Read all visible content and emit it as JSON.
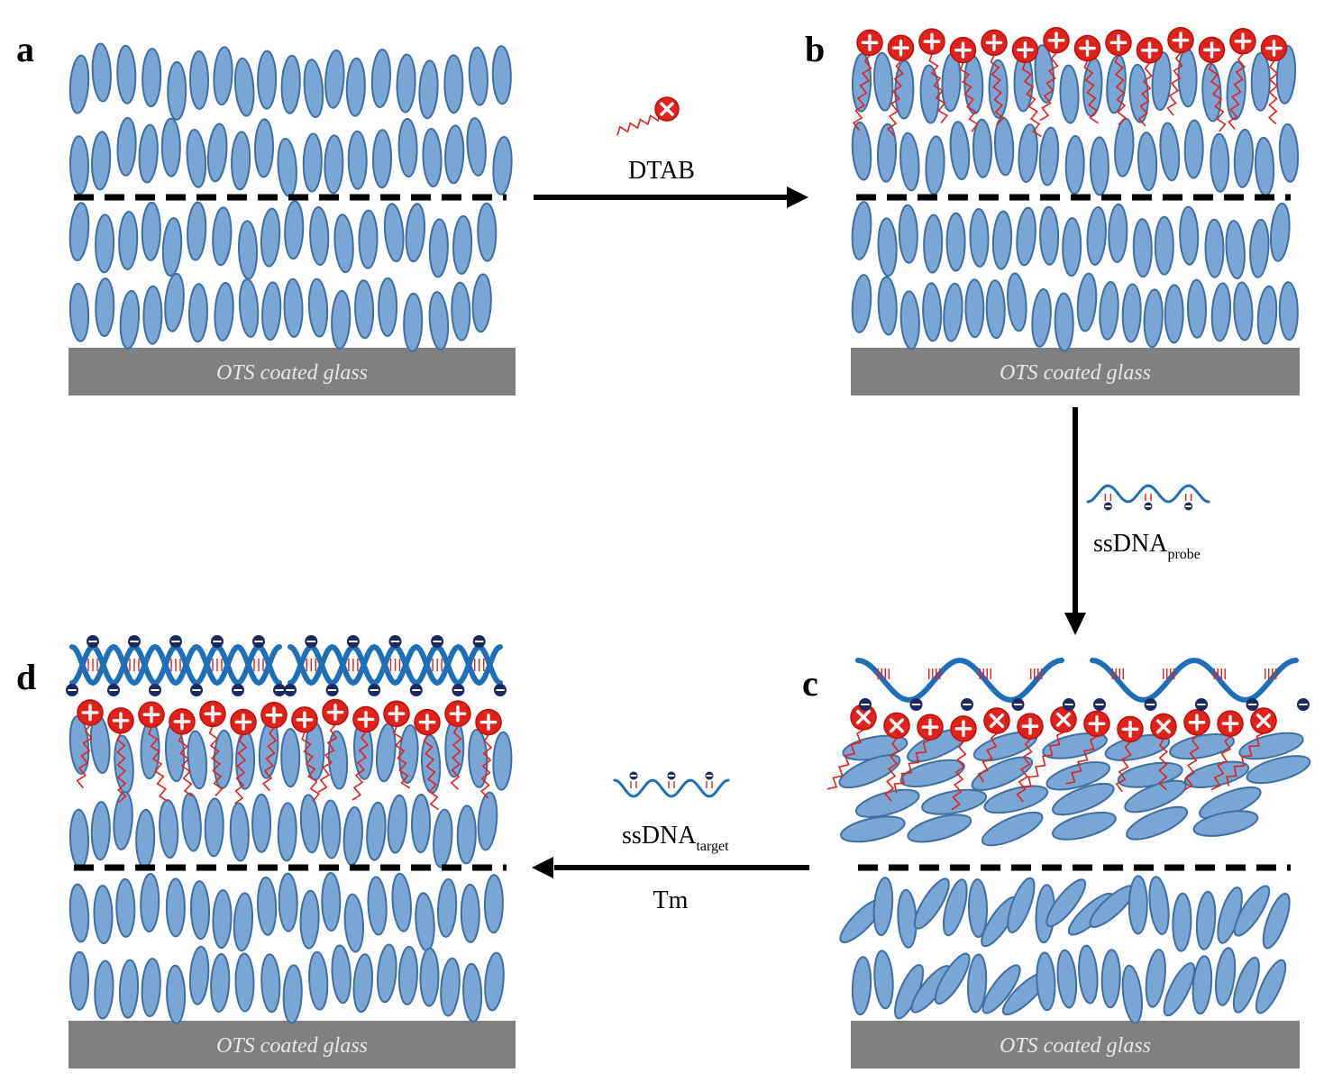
{
  "panels": [
    {
      "id": "a",
      "letter": "a",
      "glass_label": "OTS coated glass",
      "state": "homeotropic"
    },
    {
      "id": "b",
      "letter": "b",
      "glass_label": "OTS coated glass",
      "state": "surfactant-decorated homeotropic"
    },
    {
      "id": "c",
      "letter": "c",
      "glass_label": "OTS coated glass",
      "state": "planar/tilted after probe adsorption"
    },
    {
      "id": "d",
      "letter": "d",
      "glass_label": "OTS coated glass",
      "state": "homeotropic after hybridization"
    }
  ],
  "transitions": [
    {
      "from": "a",
      "to": "b",
      "label": "DTAB",
      "label_sub": "",
      "label2": ""
    },
    {
      "from": "b",
      "to": "c",
      "label": "ssDNA",
      "label_sub": "probe",
      "label2": ""
    },
    {
      "from": "c",
      "to": "d",
      "label": "ssDNA",
      "label_sub": "target",
      "label2": "Tm"
    }
  ],
  "colors": {
    "liquid_crystal": "#7aa6d6",
    "liquid_crystal_edge": "#3f6f9e",
    "surfactant": "#e0211c",
    "dna_backbone": "#1e6fb8",
    "dna_charge": "#1b2a63",
    "glass": "#808080",
    "interface_line": "#000000"
  }
}
